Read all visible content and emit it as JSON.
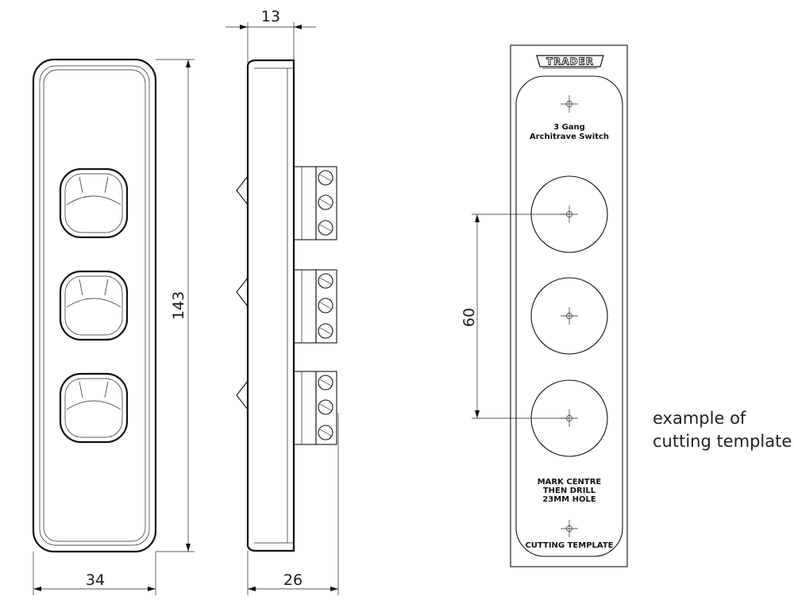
{
  "dimensions": {
    "height": "143",
    "plate_width": "34",
    "side_depth": "13",
    "side_total": "26",
    "hole_spacing": "60"
  },
  "template": {
    "brand": "TRADER",
    "title_line1": "3 Gang",
    "title_line2": "Architrave Switch",
    "instr_line1": "MARK CENTRE",
    "instr_line2": "THEN DRILL",
    "instr_line3": "23MM HOLE",
    "footer": "CUTTING TEMPLATE"
  },
  "caption": {
    "line1": "example of",
    "line2": "cutting template"
  },
  "gang_count": 3
}
